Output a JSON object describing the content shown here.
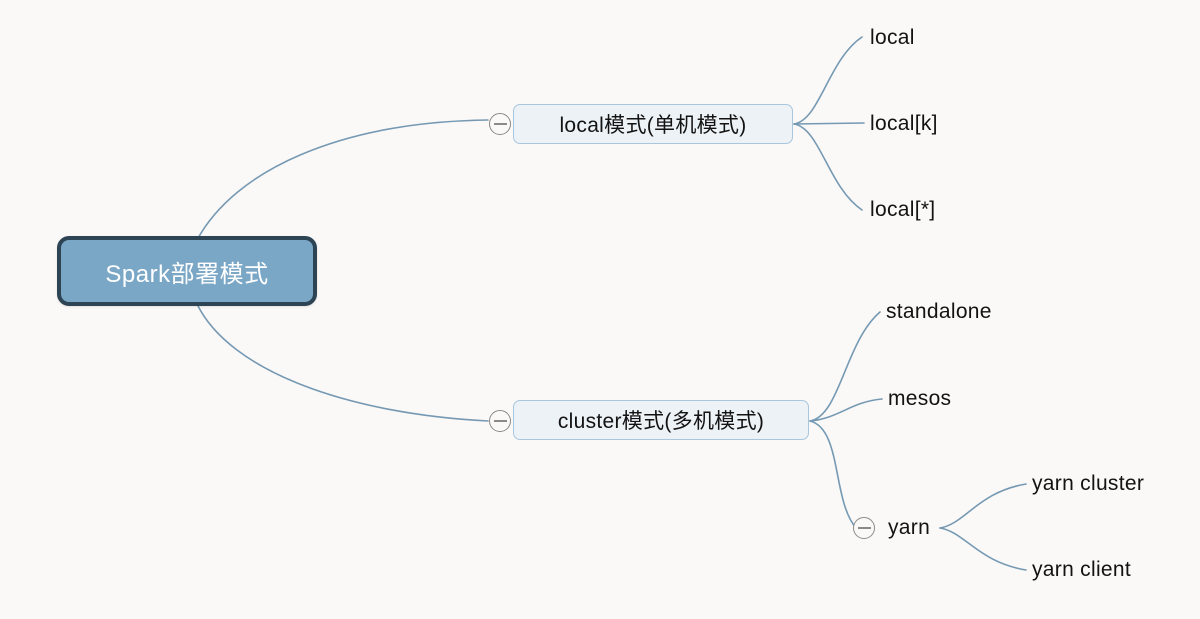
{
  "diagram": {
    "type": "mind-map",
    "title": "Spark部署模式",
    "background_color": "#faf9f8",
    "root": {
      "label": "Spark部署模式",
      "fill_color": "#7ba7c7",
      "border_color": "#2d4455",
      "text_color": "#ffffff"
    },
    "branches": [
      {
        "id": "local",
        "label": "local模式(单机模式)",
        "collapsed": false,
        "toggle_icon": "minus-circle-icon",
        "fill_color": "#edf2f6",
        "border_color": "#a8c6dd",
        "children": [
          {
            "id": "local-plain",
            "label": "local"
          },
          {
            "id": "local-k",
            "label": "local[k]"
          },
          {
            "id": "local-star",
            "label": "local[*]"
          }
        ]
      },
      {
        "id": "cluster",
        "label": "cluster模式(多机模式)",
        "collapsed": false,
        "toggle_icon": "minus-circle-icon",
        "fill_color": "#edf2f6",
        "border_color": "#a8c6dd",
        "children": [
          {
            "id": "standalone",
            "label": "standalone"
          },
          {
            "id": "mesos",
            "label": "mesos"
          },
          {
            "id": "yarn",
            "label": "yarn",
            "collapsed": false,
            "toggle_icon": "minus-circle-icon",
            "children": [
              {
                "id": "yarn-cluster",
                "label": "yarn cluster"
              },
              {
                "id": "yarn-client",
                "label": "yarn client"
              }
            ]
          }
        ]
      }
    ],
    "edge_color": "#7699b3"
  }
}
